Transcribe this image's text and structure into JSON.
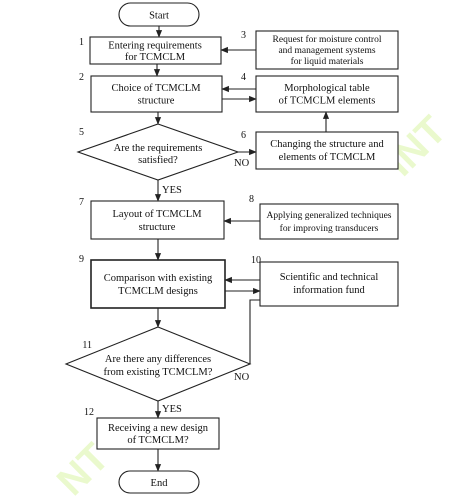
{
  "nodes": {
    "start": "Start",
    "n1": {
      "num": "1",
      "lines": [
        "Entering requirements",
        "for TCMCLM"
      ]
    },
    "n2": {
      "num": "2",
      "lines": [
        "Choice of TCMCLM",
        "structure"
      ]
    },
    "n3": {
      "num": "3",
      "lines": [
        "Request for moisture control",
        "and management systems",
        "for liquid materials"
      ]
    },
    "n4": {
      "num": "4",
      "lines": [
        "Morphological table",
        "of TCMCLM elements"
      ]
    },
    "n5": {
      "num": "5",
      "lines": [
        "Are the requirements",
        "satisfied?"
      ]
    },
    "n6": {
      "num": "6",
      "lines": [
        "Changing the structure and",
        "elements of TCMCLM"
      ]
    },
    "n7": {
      "num": "7",
      "lines": [
        "Layout of TCMCLM",
        "structure"
      ]
    },
    "n8": {
      "num": "8",
      "lines": [
        "Applying generalized techniques",
        "for improving transducers"
      ]
    },
    "n9": {
      "num": "9",
      "lines": [
        "Comparison with existing",
        "TCMCLM designs"
      ]
    },
    "n10": {
      "num": "10",
      "lines": [
        "Scientific and technical",
        "information fund"
      ]
    },
    "n11": {
      "num": "11",
      "lines": [
        "Are there any differences",
        "from existing TCMCLM?"
      ]
    },
    "n12": {
      "num": "12",
      "lines": [
        "Receiving a new design",
        "of TCMCLM?"
      ]
    },
    "end": "End"
  },
  "edge_labels": {
    "yes5": "YES",
    "no5": "NO",
    "yes11": "YES",
    "no11": "NO"
  },
  "watermark": {
    "upper": "INT",
    "lower": "NT",
    "color": "#d9f5a6"
  }
}
